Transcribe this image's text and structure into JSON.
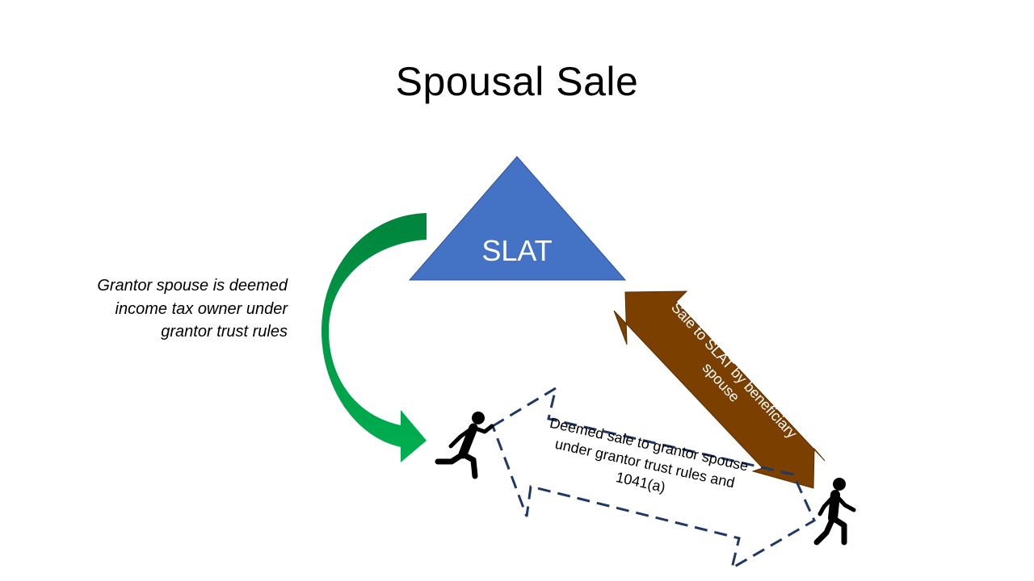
{
  "slide": {
    "title": "Spousal Sale",
    "note": "Grantor spouse is deemed income tax owner under grantor trust rules"
  },
  "diagram": {
    "node": {
      "label": "SLAT",
      "color": "#4472C4"
    },
    "brown_arrow": {
      "line1": "Sale to SLAT by beneficiary",
      "line2": "spouse",
      "color": "#7B3F00"
    },
    "dashed_arrow": {
      "line1": "Deemed sale to grantor spouse",
      "line2": "under grantor trust rules and",
      "line3": "1041(a)",
      "color": "#1F3864"
    },
    "curved_arrow": {
      "color_top": "#00843D",
      "color_bottom": "#00B050"
    },
    "people": [
      {
        "name": "grantor-spouse",
        "icon": "running-person-icon"
      },
      {
        "name": "beneficiary-spouse",
        "icon": "walking-person-icon"
      }
    ]
  }
}
